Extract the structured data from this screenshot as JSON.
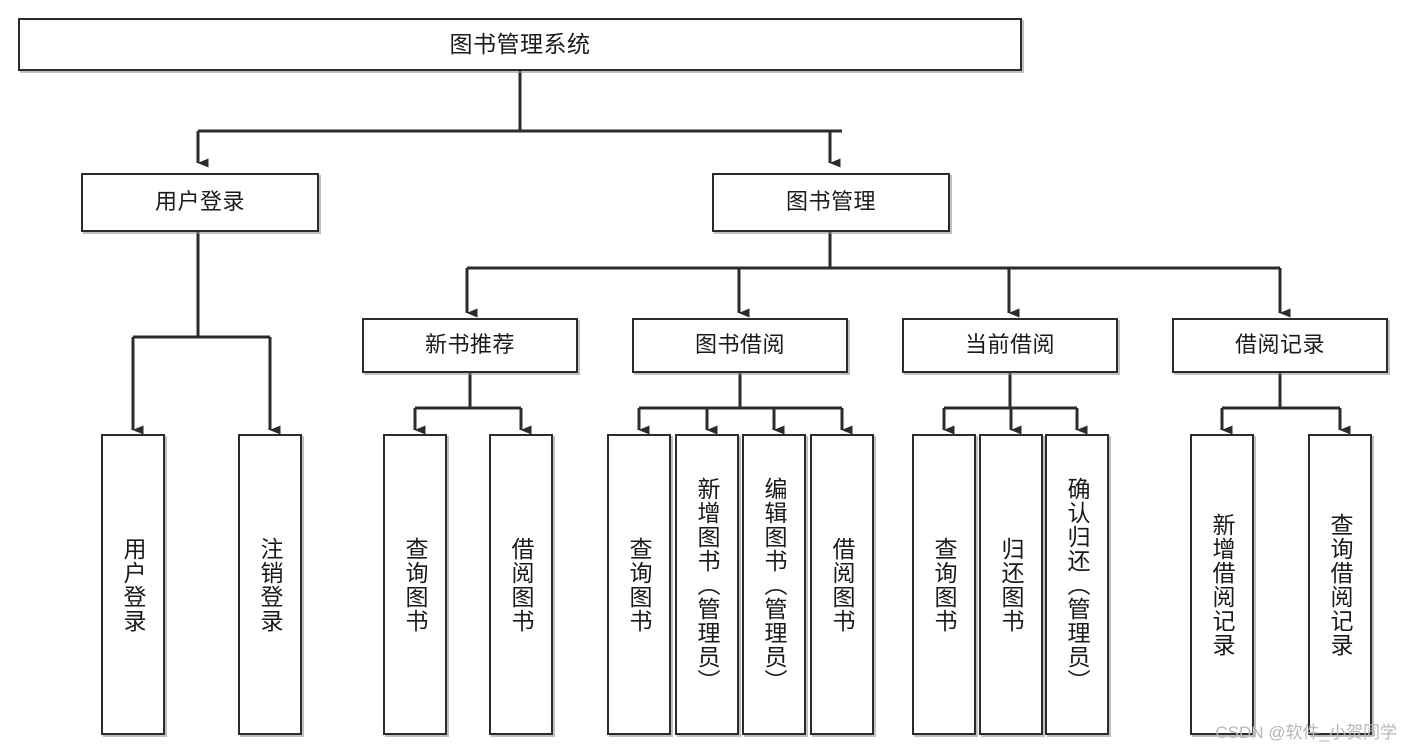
{
  "diagram": {
    "type": "tree-hierarchy",
    "title": "图书管理系统",
    "watermark": "CSDN @软件_小贺同学",
    "colors": {
      "border": "#2b2b2b",
      "background": "#ffffff",
      "text": "#1a1a1a",
      "connector": "#2b2b2b",
      "watermark": "#b7b7b7"
    },
    "nodes": {
      "root": {
        "label": "图书管理系统"
      },
      "level2": [
        {
          "label": "用户登录"
        },
        {
          "label": "图书管理"
        }
      ],
      "level3": [
        {
          "label": "新书推荐"
        },
        {
          "label": "图书借阅"
        },
        {
          "label": "当前借阅"
        },
        {
          "label": "借阅记录"
        }
      ],
      "leaves": {
        "user_login": [
          {
            "label": "用户登录"
          },
          {
            "label": "注销登录"
          }
        ],
        "new_book": [
          {
            "label": "查询图书"
          },
          {
            "label": "借阅图书"
          }
        ],
        "book_borrow": [
          {
            "label": "查询图书"
          },
          {
            "label": "新增图书（管理员）"
          },
          {
            "label": "编辑图书（管理员）"
          },
          {
            "label": "借阅图书"
          }
        ],
        "current_borrow": [
          {
            "label": "查询图书"
          },
          {
            "label": "归还图书"
          },
          {
            "label": "确认归还（管理员）"
          }
        ],
        "borrow_record": [
          {
            "label": "新增借阅记录"
          },
          {
            "label": "查询借阅记录"
          }
        ]
      }
    }
  }
}
